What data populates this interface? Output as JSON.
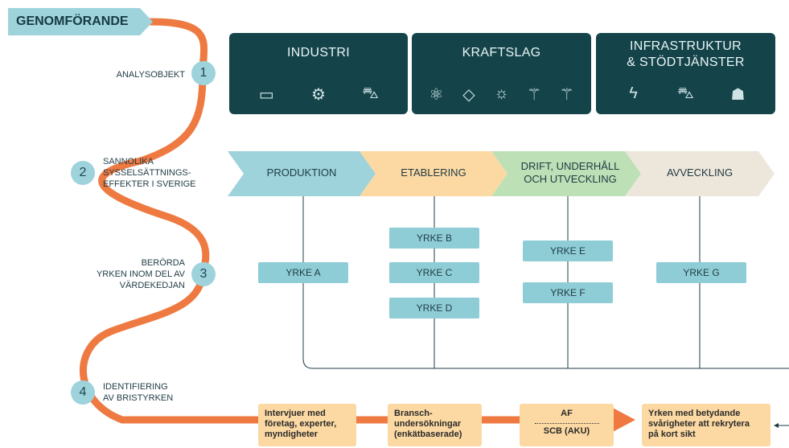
{
  "title": "GENOMFÖRANDE",
  "steps": [
    {
      "number": "1",
      "label": "ANALYSOBJEKT"
    },
    {
      "number": "2",
      "label_lines": [
        "SANNOLIKA",
        "SYSSELSÄTTNINGS-",
        "EFFEKTER I SVERIGE"
      ]
    },
    {
      "number": "3",
      "label_lines": [
        "BERÖRDA",
        "YRKEN INOM DEL AV",
        "VÄRDEKEDJAN"
      ]
    },
    {
      "number": "4",
      "label_lines": [
        "IDENTIFIERING",
        "AV BRISTYRKEN"
      ]
    }
  ],
  "categories": [
    {
      "title_lines": [
        "INDUSTRI"
      ],
      "icons": [
        "battery-icon",
        "robot-arm-icon",
        "car-icon"
      ]
    },
    {
      "title_lines": [
        "KRAFTSLAG"
      ],
      "icons": [
        "atom-icon",
        "water-drop-icon",
        "sun-icon",
        "wind-turbine-icon",
        "offshore-wind-icon"
      ]
    },
    {
      "title_lines": [
        "INFRASTRUKTUR",
        "& STÖDTJÄNSTER"
      ],
      "icons": [
        "power-socket-icon",
        "electric-car-icon",
        "power-pylon-icon"
      ]
    }
  ],
  "stages": [
    {
      "label_lines": [
        "PRODUKTION"
      ],
      "color": "#9ed3dc"
    },
    {
      "label_lines": [
        "ETABLERING"
      ],
      "color": "#fcd9a3"
    },
    {
      "label_lines": [
        "DRIFT, UNDERHÅLL",
        "OCH UTVECKLING"
      ],
      "color": "#bde0b6"
    },
    {
      "label_lines": [
        "AVVECKLING"
      ],
      "color": "#ede6da"
    }
  ],
  "yrken": [
    {
      "label": "YRKE A",
      "stage": 0
    },
    {
      "label": "YRKE B",
      "stage": 1
    },
    {
      "label": "YRKE C",
      "stage": 1
    },
    {
      "label": "YRKE D",
      "stage": 1
    },
    {
      "label": "YRKE E",
      "stage": 2
    },
    {
      "label": "YRKE F",
      "stage": 2
    },
    {
      "label": "YRKE G",
      "stage": 3
    }
  ],
  "sources": [
    {
      "lines": [
        "Intervjuer med",
        "företag, experter,",
        "myndigheter"
      ]
    },
    {
      "lines": [
        "Bransch-",
        "undersökningar",
        "(enkätbaserade)"
      ]
    },
    {
      "top": "AF",
      "bottom": "SCB (AKU)"
    }
  ],
  "result": {
    "lines": [
      "Yrken med betydande",
      "svårigheter att rekrytera",
      "på kort sikt"
    ]
  },
  "colors": {
    "path": "#ee7a42",
    "dark": "#14444a",
    "light_blue": "#9ed3dc",
    "orange_light": "#fcd9a3",
    "green_light": "#bde0b6",
    "beige": "#ede6da"
  }
}
